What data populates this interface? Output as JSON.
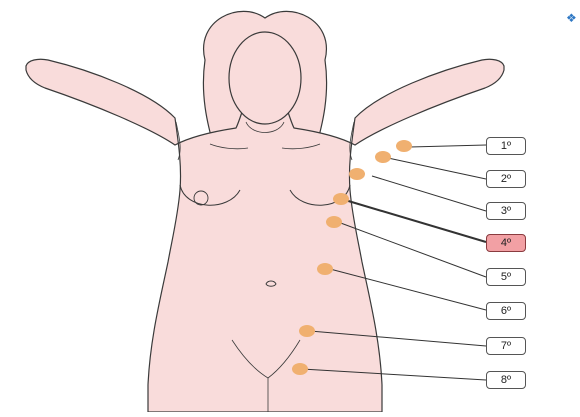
{
  "labels": [
    {
      "text": "1º",
      "active": false
    },
    {
      "text": "2º",
      "active": false
    },
    {
      "text": "3º",
      "active": false
    },
    {
      "text": "4º",
      "active": true
    },
    {
      "text": "5º",
      "active": false
    },
    {
      "text": "6º",
      "active": false
    },
    {
      "text": "7º",
      "active": false
    },
    {
      "text": "8º",
      "active": false
    }
  ],
  "corner_icon": "corner-logo-icon",
  "colors": {
    "skin": "#f9dcdb",
    "outline": "#3a3a3a",
    "point": "#f0b070",
    "active_label": "#f2a0a4"
  }
}
